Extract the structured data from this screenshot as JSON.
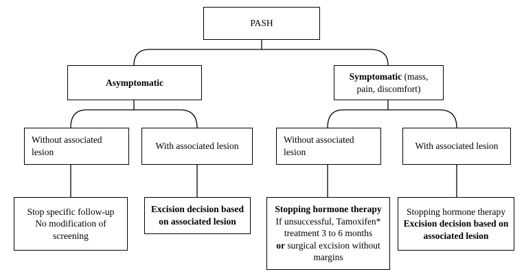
{
  "diagram": {
    "root": {
      "label": "PASH"
    },
    "asymptomatic": {
      "label": "Asymptomatic"
    },
    "symptomatic": {
      "label": "Symptomatic",
      "detail_1": " (mass,",
      "detail_2": "pain, discomfort)"
    },
    "asym_without": {
      "line_1": "Without associated",
      "line_2": "lesion"
    },
    "asym_with": {
      "label": "With associated lesion"
    },
    "sym_without": {
      "line_1": "Without associated",
      "line_2": "lesion"
    },
    "sym_with": {
      "label": "With associated lesion"
    },
    "asym_without_outcome": {
      "line_1": "Stop specific follow-up",
      "line_2": "No modification of",
      "line_3": "screening"
    },
    "asym_with_outcome": {
      "line_1": "Excision decision based",
      "line_2": "on associated lesion"
    },
    "sym_without_outcome": {
      "line_1": "Stopping hormone therapy",
      "line_2": "If unsuccessful, Tamoxifen*",
      "line_3": "treatment 3 to 6 months",
      "line_4_bold": "or",
      "line_4_rest": " surgical excision without",
      "line_5": "margins"
    },
    "sym_with_outcome": {
      "line_1": "Stopping hormone therapy",
      "line_2": "Excision decision based on",
      "line_3": "associated lesion"
    }
  }
}
